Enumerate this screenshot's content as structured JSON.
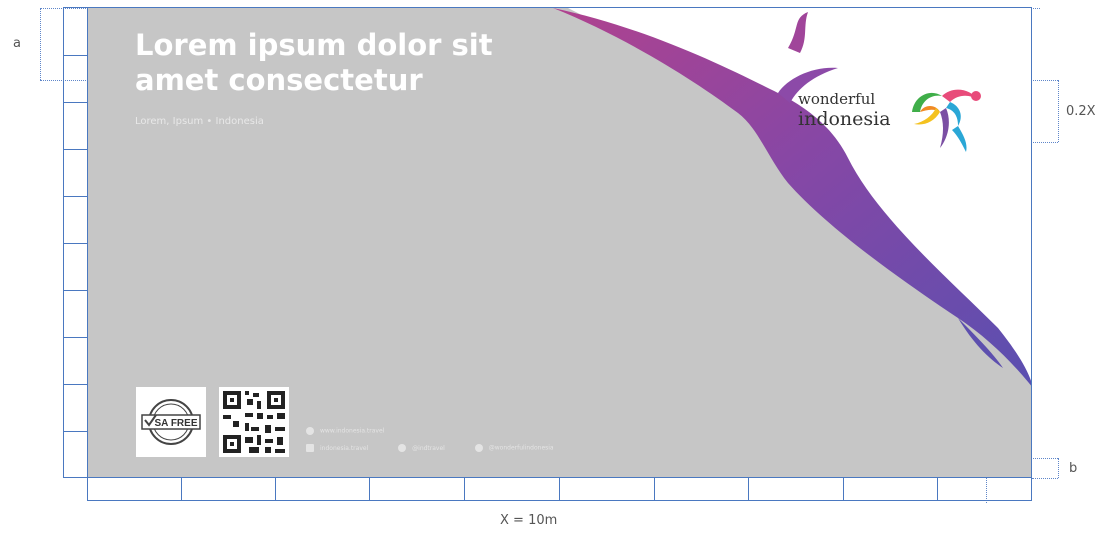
{
  "banner": {
    "title_line1": "Lorem ipsum dolor sit",
    "title_line2": "amet consectetur",
    "subtitle": "Lorem, Ipsum • Indonesia",
    "background_color": "#c6c6c6",
    "logo": {
      "line1": "wonderful",
      "line2": "indonesia"
    },
    "badge_label": "SA FREE",
    "footer": {
      "website": "www.indonesia.travel",
      "facebook": "indonesia.travel",
      "twitter": "@indtravel",
      "instagram": "@wonderfulindonesia"
    }
  },
  "annotations": {
    "label_a": "a",
    "label_b": "b",
    "label_logo_height": "0.2X",
    "label_width": "X = 10m"
  },
  "colors": {
    "guide": "#4a78c0",
    "swoosh": "#7a4fa8"
  }
}
